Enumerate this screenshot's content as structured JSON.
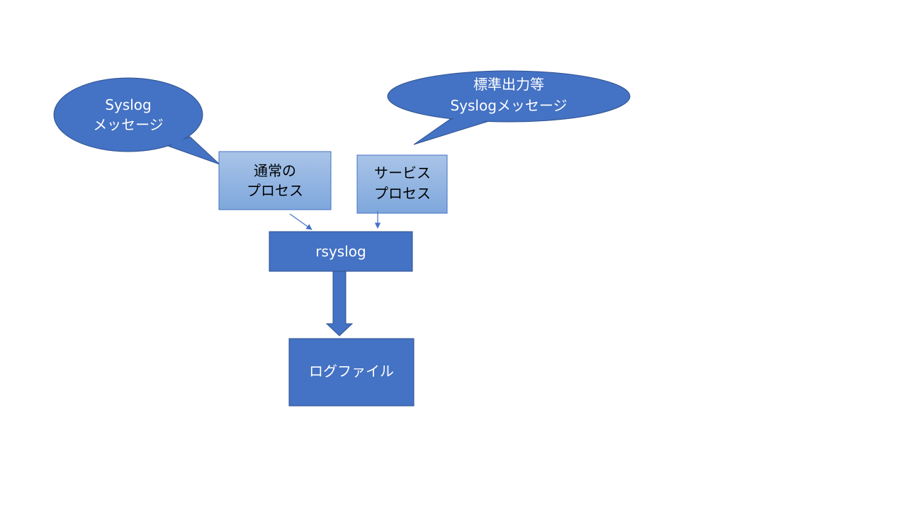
{
  "colors": {
    "dark_blue": "#4472C4",
    "dark_blue_stroke": "#2F528F",
    "light_blue_top": "#A9C4E8",
    "light_blue_bottom": "#7EA7DC",
    "light_blue_stroke": "#4472C4",
    "connector": "#4472C4"
  },
  "callout_syslog": {
    "line1": "Syslog",
    "line2": "メッセージ"
  },
  "callout_stdout": {
    "line1": "標準出力等",
    "line2": "Syslogメッセージ"
  },
  "normal_process": {
    "line1": "通常の",
    "line2": "プロセス"
  },
  "service_process": {
    "line1": "サービス",
    "line2": "プロセス"
  },
  "rsyslog": {
    "label": "rsyslog"
  },
  "log_file": {
    "label": "ログファイル"
  }
}
